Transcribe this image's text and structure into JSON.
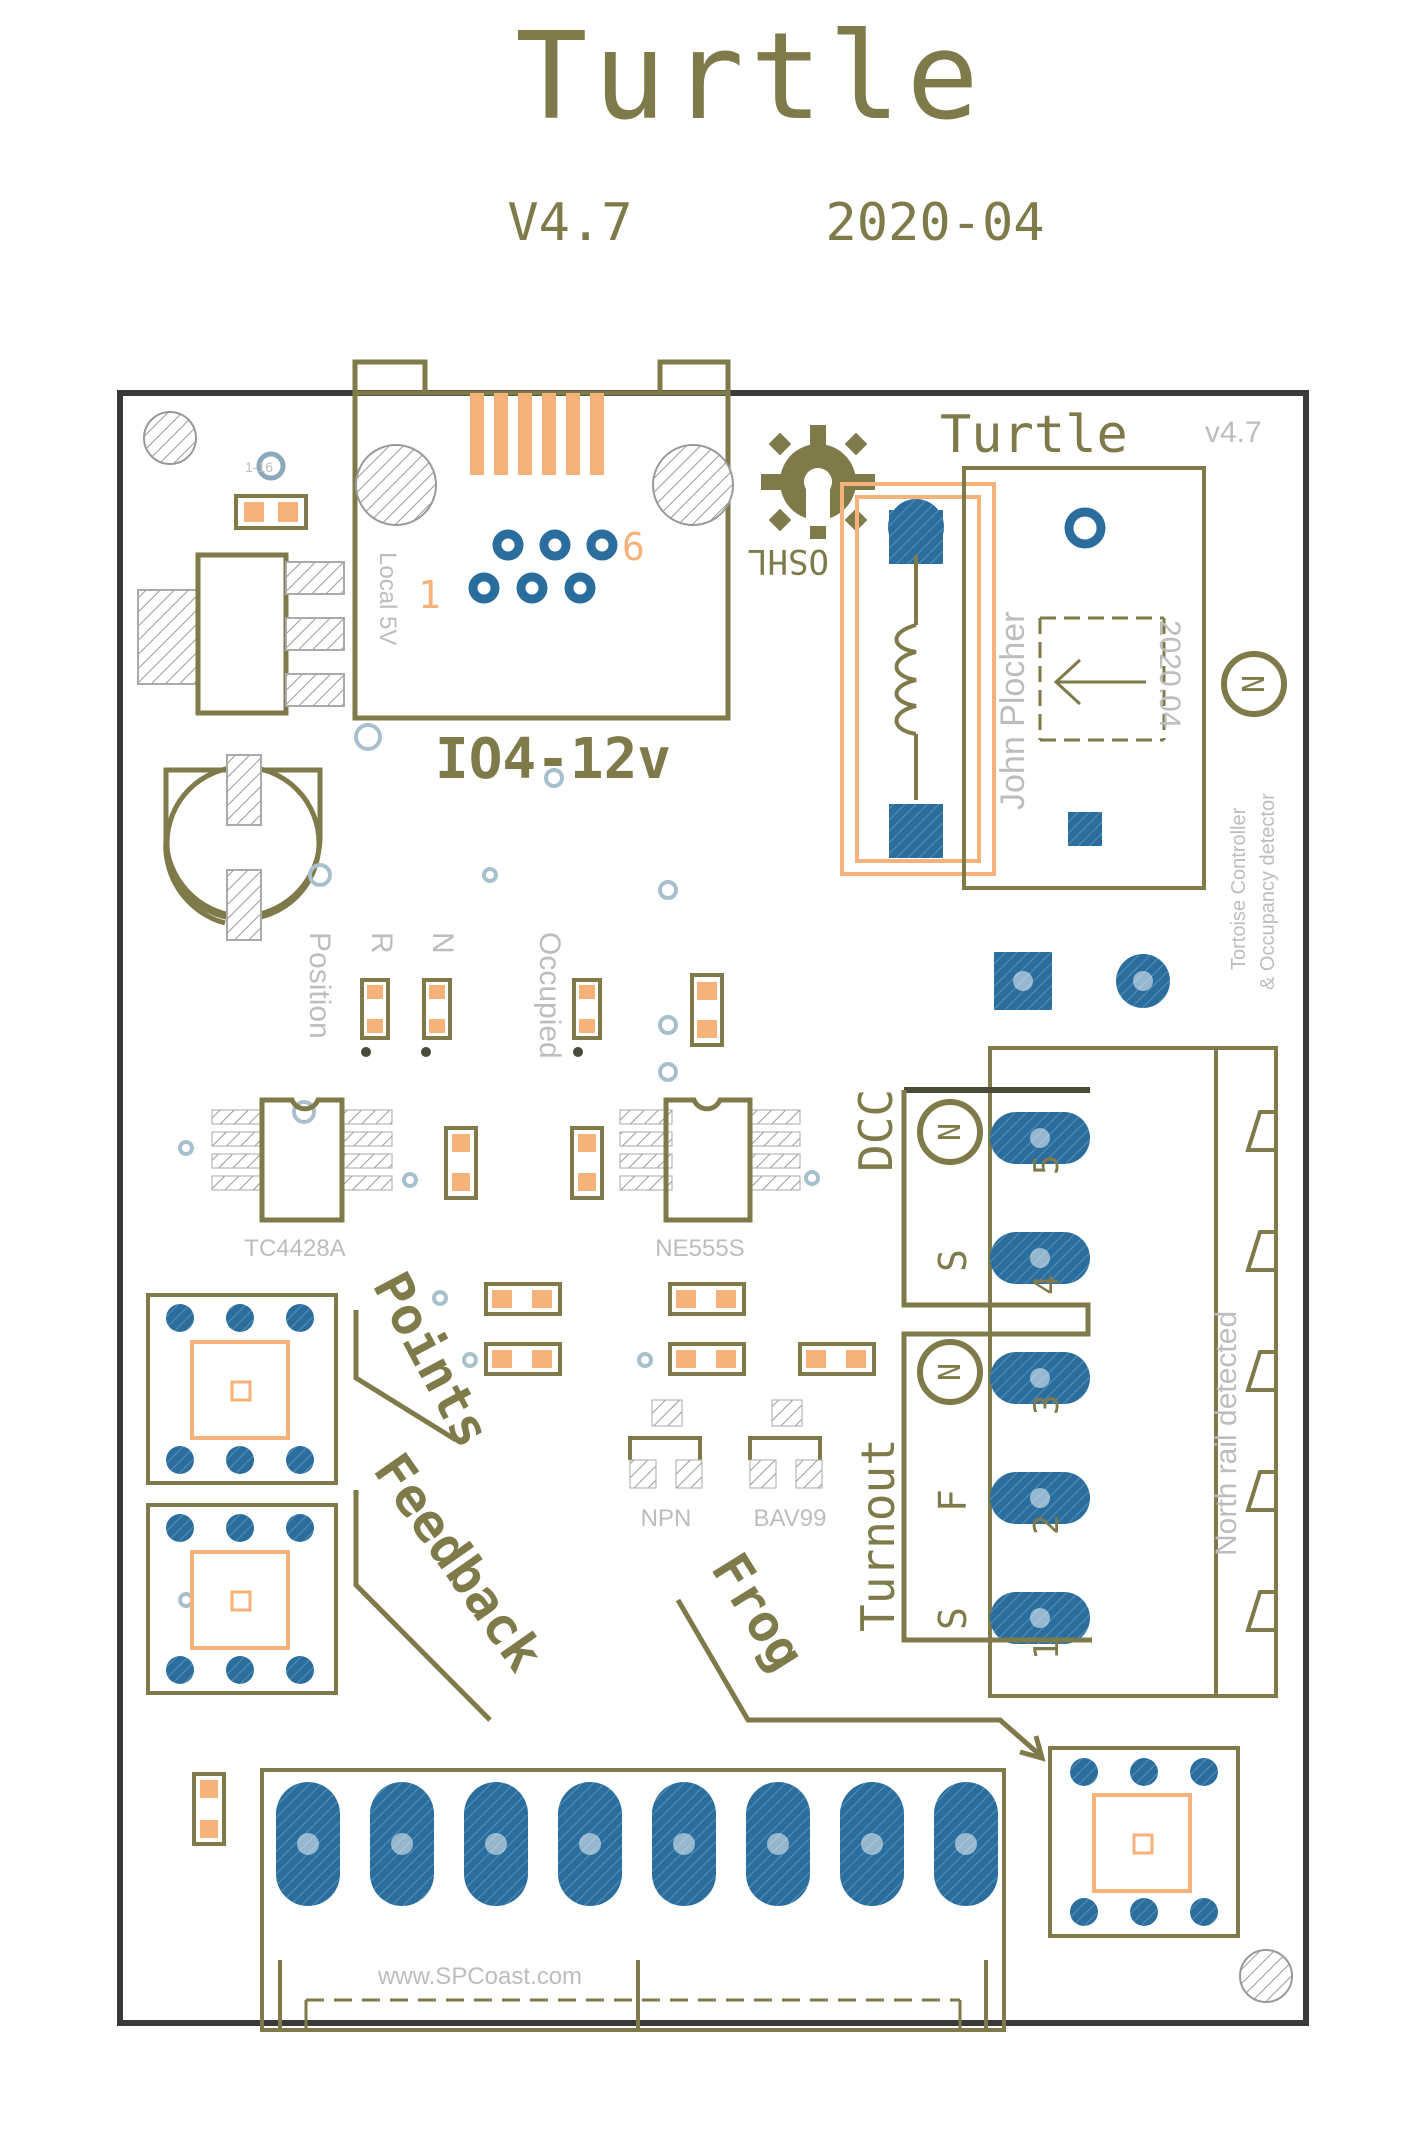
{
  "title": "Turtle",
  "version": "V4.7",
  "date": "2020-04",
  "colors": {
    "silkscreen": "#7f7a4a",
    "outline": "#3a3a3a",
    "pad": "#2b6e9e",
    "copper": "#f5b27a",
    "grey_text": "#bdbdbd"
  },
  "board": {
    "board_name": "Turtle",
    "board_version": "v4.7",
    "connector_label": "IO4-12v",
    "local_5v": "Local 5V",
    "pin1": "1",
    "pin6": "6",
    "oshl": "OSHL",
    "designer": "John Plocher",
    "designer_date": "2020.04",
    "desc_line1": "Tortoise Controller",
    "desc_line2": "& Occupancy detector",
    "position": "Position",
    "r_label": "R",
    "n_label": "N",
    "occupied": "Occupied",
    "ic1": "TC4428A",
    "ic2": "NE555S",
    "npn": "NPN",
    "bav": "BAV99",
    "points": "Points",
    "feedback": "Feedback",
    "frog": "Frog",
    "dcc": "DCC",
    "turnout": "Turnout",
    "north_rail": "North rail detected",
    "website": "www.SPCoast.com",
    "term_numbers": [
      "5",
      "4",
      "3",
      "2",
      "1"
    ],
    "s1": "S",
    "s2": "S",
    "f": "F",
    "n_symbol": "N",
    "smd_label": "1-16"
  }
}
